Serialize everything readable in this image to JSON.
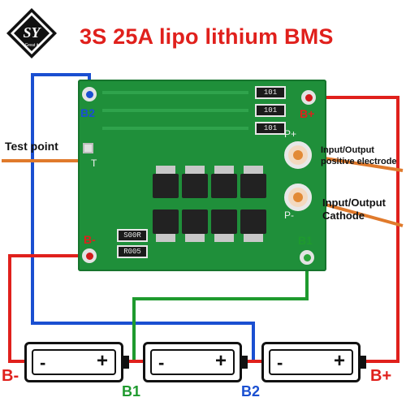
{
  "logo": {
    "letters": "SY",
    "subtext": "Great it"
  },
  "title": "3S 25A lipo lithium BMS",
  "board": {
    "resistors_top": [
      "101",
      "101",
      "101"
    ],
    "resistors_bottom": [
      "S00R",
      "R005"
    ],
    "silk": {
      "p_plus": "P+",
      "p_minus": "P-",
      "t": "T"
    }
  },
  "labels": {
    "test_point": "Test point",
    "io_positive": [
      "Input/Output",
      "positive electrode"
    ],
    "io_cathode": [
      "Input/Output",
      "Cathode"
    ]
  },
  "pad_labels": {
    "b2_top": "B2",
    "b_plus_top": "B+",
    "b_minus_left": "B-",
    "b1_right": "B1"
  },
  "bottom_labels": {
    "b_minus": "B-",
    "b1": "B1",
    "b2": "B2",
    "b_plus": "B+"
  },
  "batteries": [
    {
      "minus": "-",
      "plus": "+"
    },
    {
      "minus": "-",
      "plus": "+"
    },
    {
      "minus": "-",
      "plus": "+"
    }
  ],
  "colors": {
    "red_wire": "#e0201c",
    "blue_wire": "#1a4fd1",
    "green_wire": "#1e9a2e",
    "orange_wire": "#e07a2c",
    "pcb": "#1f8f3a"
  }
}
